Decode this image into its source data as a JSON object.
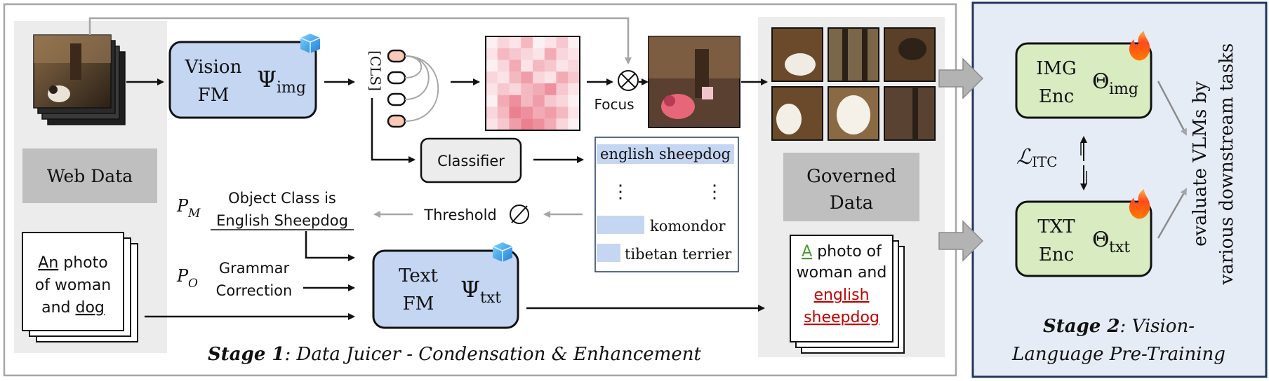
{
  "stage1": {
    "caption_bold": "Stage 1",
    "caption_rest": ": Data Juicer - Condensation & Enhancement",
    "web_data": "Web Data",
    "vision_fm": {
      "line1": "Vision",
      "line2": "FM",
      "psi": "Ψ",
      "sub": "img"
    },
    "cls_label": "[CLS]",
    "focus_label": "Focus",
    "classifier": "Classifier",
    "class_list": {
      "top": "english sheepdog",
      "dots": "⋮",
      "item2": "komondor",
      "item3": "tibetan terrier"
    },
    "threshold": "Threshold",
    "pm": {
      "p": "P",
      "sub": "M",
      "line1": "Object Class is",
      "line2": "English Sheepdog"
    },
    "po": {
      "p": "P",
      "sub": "O",
      "line1": "Grammar",
      "line2": "Correction"
    },
    "text_fm": {
      "line1": "Text",
      "line2": "FM",
      "psi": "Ψ",
      "sub": "txt"
    },
    "input_caption": {
      "l1a": "An",
      "l1b": " photo",
      "l2": "of woman",
      "l3a": "and ",
      "l3b": "dog"
    },
    "governed": {
      "line1": "Governed",
      "line2": "Data"
    },
    "output_caption": {
      "l1a": "A",
      "l1b": " photo of",
      "l2": "woman and",
      "l3": "english",
      "l4": "sheepdog"
    }
  },
  "stage2": {
    "caption_bold": "Stage 2",
    "caption_rest1": ": Vision-",
    "caption_rest2": "Language Pre-Training",
    "img_enc": {
      "line1": "IMG",
      "line2": "Enc",
      "theta": "Θ",
      "sub": "img"
    },
    "txt_enc": {
      "line1": "TXT",
      "line2": "Enc",
      "theta": "Θ",
      "sub": "txt"
    },
    "loss": {
      "l": "ℒ",
      "sub": "ITC"
    },
    "eval": {
      "line1": "evaluate VLMs by",
      "line2": "various downstream tasks"
    }
  },
  "colors": {
    "fm_fill": "#c5d6f2",
    "enc_fill": "#d8ebc1",
    "stage2_bg": "#e6ecf6",
    "stage2_border": "#20385e",
    "grey_box": "#bfbfbf",
    "panel_bg": "#ececec",
    "highlight": "#c5d6f2",
    "red_text": "#c00000",
    "green_text": "#4a9a2e"
  },
  "icons": [
    "cube-icon",
    "flame-icon",
    "otimes-icon",
    "empty-set-icon"
  ]
}
